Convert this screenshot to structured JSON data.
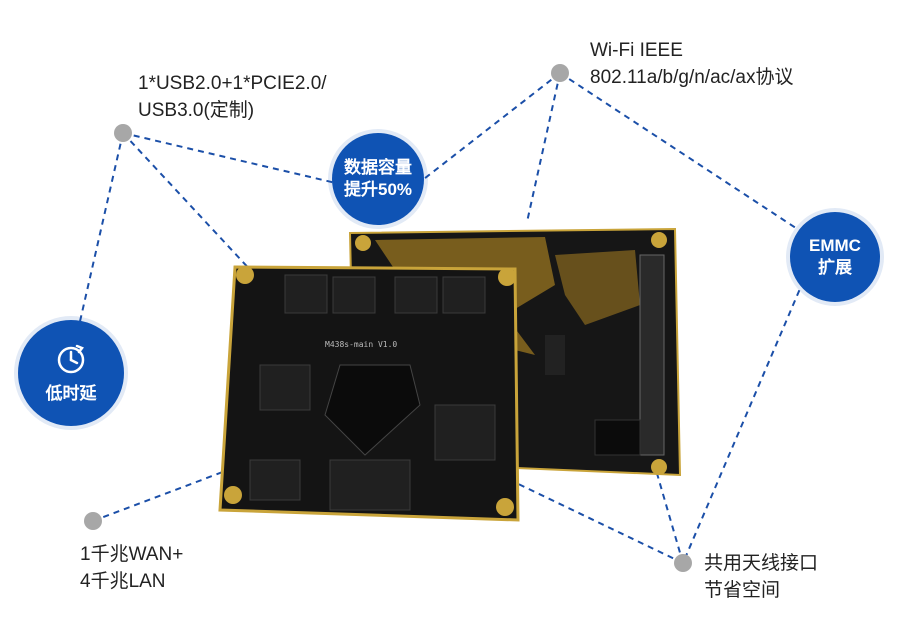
{
  "features": {
    "usb": [
      "1*USB2.0+1*PCIE2.0/",
      "USB3.0(定制)"
    ],
    "wifi": [
      "Wi-Fi IEEE",
      "802.11a/b/g/n/ac/ax协议"
    ],
    "wan": [
      "1千兆WAN+",
      "4千兆LAN"
    ],
    "antenna": [
      "共用天线接口",
      "节省空间"
    ]
  },
  "badges": {
    "capacity": [
      "数据容量",
      "提升50%"
    ],
    "emmc": [
      "EMMC",
      "扩展"
    ],
    "latency": "低时延"
  },
  "board": {
    "silk": "M438s-main V1.0"
  },
  "colors": {
    "badge": "#0f53b4",
    "line": "#1b4fa8",
    "node": "#a7a7a7",
    "pcb": "#141414",
    "gold": "#c9a43a"
  }
}
